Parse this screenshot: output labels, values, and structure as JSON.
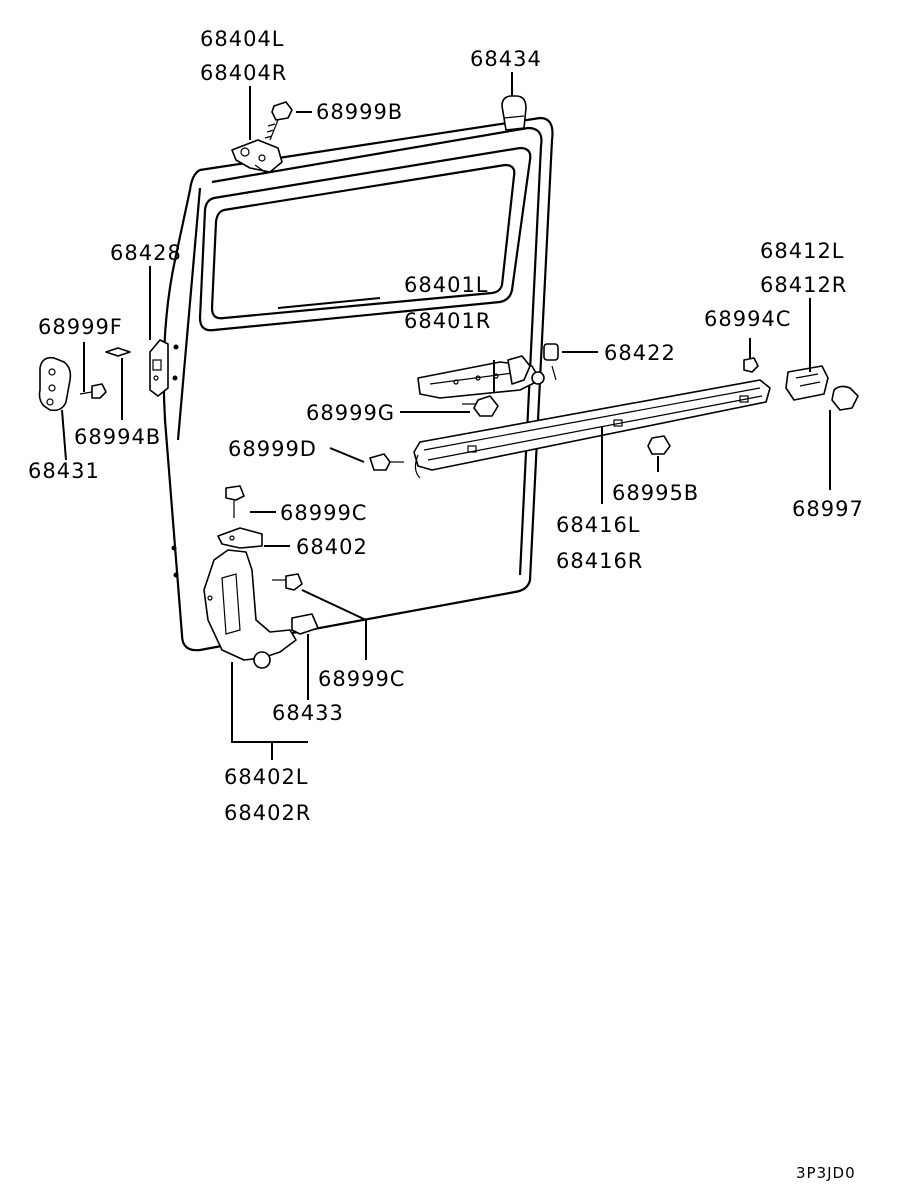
{
  "diagram": {
    "labels": {
      "p68404L": "68404L",
      "p68404R": "68404R",
      "p68999B": "68999B",
      "p68434": "68434",
      "p68428": "68428",
      "p68401L": "68401L",
      "p68401R": "68401R",
      "p68412L": "68412L",
      "p68412R": "68412R",
      "p68999F": "68999F",
      "p68994C": "68994C",
      "p68422": "68422",
      "p68999G": "68999G",
      "p68994B": "68994B",
      "p68431": "68431",
      "p68999D": "68999D",
      "p68995B": "68995B",
      "p68997": "68997",
      "p68999C_top": "68999C",
      "p68416L": "68416L",
      "p68416R": "68416R",
      "p68402": "68402",
      "p68999C_bottom": "68999C",
      "p68433": "68433",
      "p68402L": "68402L",
      "p68402R": "68402R"
    },
    "drawing_code": "3P3JD0"
  }
}
